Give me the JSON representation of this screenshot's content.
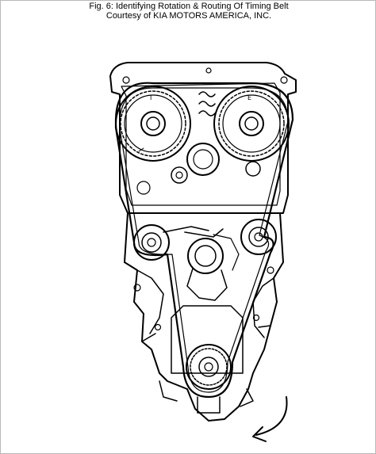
{
  "figure": {
    "caption_line1": "Fig. 6: Identifying Rotation & Routing Of Timing Belt",
    "caption_line2": "Courtesy of KIA MOTORS AMERICA, INC."
  },
  "diagram": {
    "subject": "engine front timing belt routing",
    "rotation_direction": "clockwise",
    "colors": {
      "ink": "#000000",
      "paper": "#ffffff",
      "frame": "#b8b8b8"
    }
  }
}
